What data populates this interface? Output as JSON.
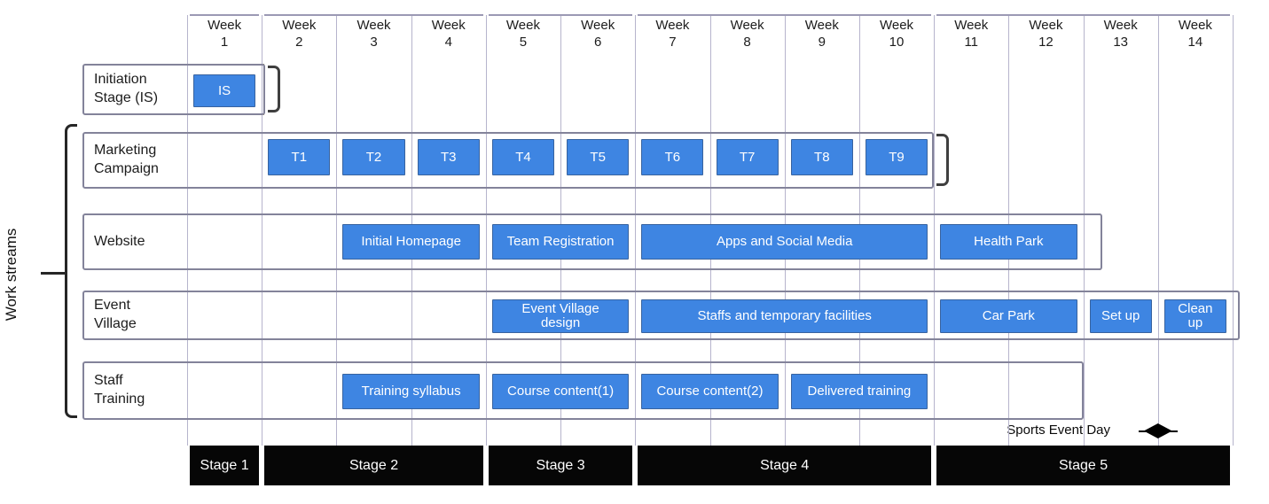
{
  "chart_data": {
    "type": "bar",
    "subtype": "gantt-timeline",
    "group_label": "Work streams",
    "time_axis": {
      "label_prefix": "Week",
      "weeks": [
        1,
        2,
        3,
        4,
        5,
        6,
        7,
        8,
        9,
        10,
        11,
        12,
        13,
        14
      ]
    },
    "rows": [
      {
        "label": "Initiation Stage (IS)",
        "in_group": false,
        "frame_end_week": 1.05,
        "end_bracket": true,
        "tasks": [
          {
            "label": "IS",
            "start": 1,
            "end": 1
          }
        ]
      },
      {
        "label": "Marketing Campaign",
        "in_group": true,
        "frame_end_week": 10,
        "end_bracket": true,
        "tasks": [
          {
            "label": "T1",
            "start": 2,
            "end": 2
          },
          {
            "label": "T2",
            "start": 3,
            "end": 3
          },
          {
            "label": "T3",
            "start": 4,
            "end": 4
          },
          {
            "label": "T4",
            "start": 5,
            "end": 5
          },
          {
            "label": "T5",
            "start": 6,
            "end": 6
          },
          {
            "label": "T6",
            "start": 7,
            "end": 7
          },
          {
            "label": "T7",
            "start": 8,
            "end": 8
          },
          {
            "label": "T8",
            "start": 9,
            "end": 9
          },
          {
            "label": "T9",
            "start": 10,
            "end": 10
          }
        ]
      },
      {
        "label": "Website",
        "in_group": true,
        "frame_end_week": 12.25,
        "end_bracket": false,
        "tasks": [
          {
            "label": "Initial Homepage",
            "start": 3,
            "end": 4
          },
          {
            "label": "Team Registration",
            "start": 5,
            "end": 6
          },
          {
            "label": "Apps and Social Media",
            "start": 7,
            "end": 10
          },
          {
            "label": "Health Park",
            "start": 11,
            "end": 12
          }
        ]
      },
      {
        "label": "Event Village",
        "in_group": true,
        "frame_end_week": 14.1,
        "end_bracket": false,
        "tasks": [
          {
            "label": "Event Village\ndesign",
            "start": 5,
            "end": 6
          },
          {
            "label": "Staffs and temporary facilities",
            "start": 7,
            "end": 10
          },
          {
            "label": "Car Park",
            "start": 11,
            "end": 12
          },
          {
            "label": "Set up",
            "start": 13,
            "end": 13
          },
          {
            "label": "Clean\nup",
            "start": 14,
            "end": 14
          }
        ]
      },
      {
        "label": "Staff Training",
        "in_group": true,
        "frame_end_week": 12,
        "end_bracket": false,
        "tasks": [
          {
            "label": "Training syllabus",
            "start": 3,
            "end": 4
          },
          {
            "label": "Course content(1)",
            "start": 5,
            "end": 6
          },
          {
            "label": "Course content(2)",
            "start": 7,
            "end": 8
          },
          {
            "label": "Delivered training",
            "start": 9,
            "end": 10
          }
        ]
      }
    ],
    "milestone": {
      "label": "Sports Event Day",
      "at_end_of_week": 13
    },
    "stages": [
      {
        "label": "Stage 1",
        "start": 1,
        "end": 1
      },
      {
        "label": "Stage 2",
        "start": 2,
        "end": 4
      },
      {
        "label": "Stage 3",
        "start": 5,
        "end": 6
      },
      {
        "label": "Stage 4",
        "start": 7,
        "end": 10
      },
      {
        "label": "Stage 5",
        "start": 11,
        "end": 14
      }
    ],
    "colors": {
      "task_bar": "#3e85e2",
      "task_bar_border": "#38639f",
      "task_text": "#ffffff",
      "stage_bar": "#060606",
      "stage_text": "#ffffff",
      "gridline": "#b6b4cc",
      "header_line": "#9b99b4",
      "row_line_top": "#8d8d55",
      "row_line_bottom": "#ad9263",
      "frame_border": "#83839a",
      "bracket": "#3f3f3f",
      "text": "#1c1c1c",
      "milestone": "#000000"
    }
  }
}
